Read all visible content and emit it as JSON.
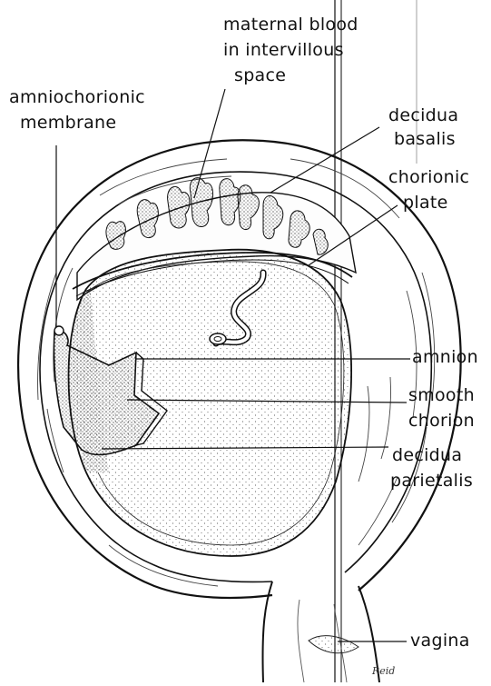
{
  "labels": {
    "maternal_blood": [
      "maternal blood",
      "in intervillous",
      "space"
    ],
    "amniochorionic": [
      "amniochorionic",
      "membrane"
    ],
    "decidua_basalis": [
      "decidua",
      "basalis"
    ],
    "chorionic_plate": [
      "chorionic",
      "plate"
    ],
    "amnion": "amnion",
    "smooth_chorion": [
      "smooth",
      "chorion"
    ],
    "decidua_parietalis": [
      "decidua",
      "parietalis"
    ],
    "vagina": "vagina"
  },
  "signature": "Reid",
  "colors": {
    "ink": "#111111",
    "paper": "#ffffff",
    "stipple": "#333333"
  }
}
